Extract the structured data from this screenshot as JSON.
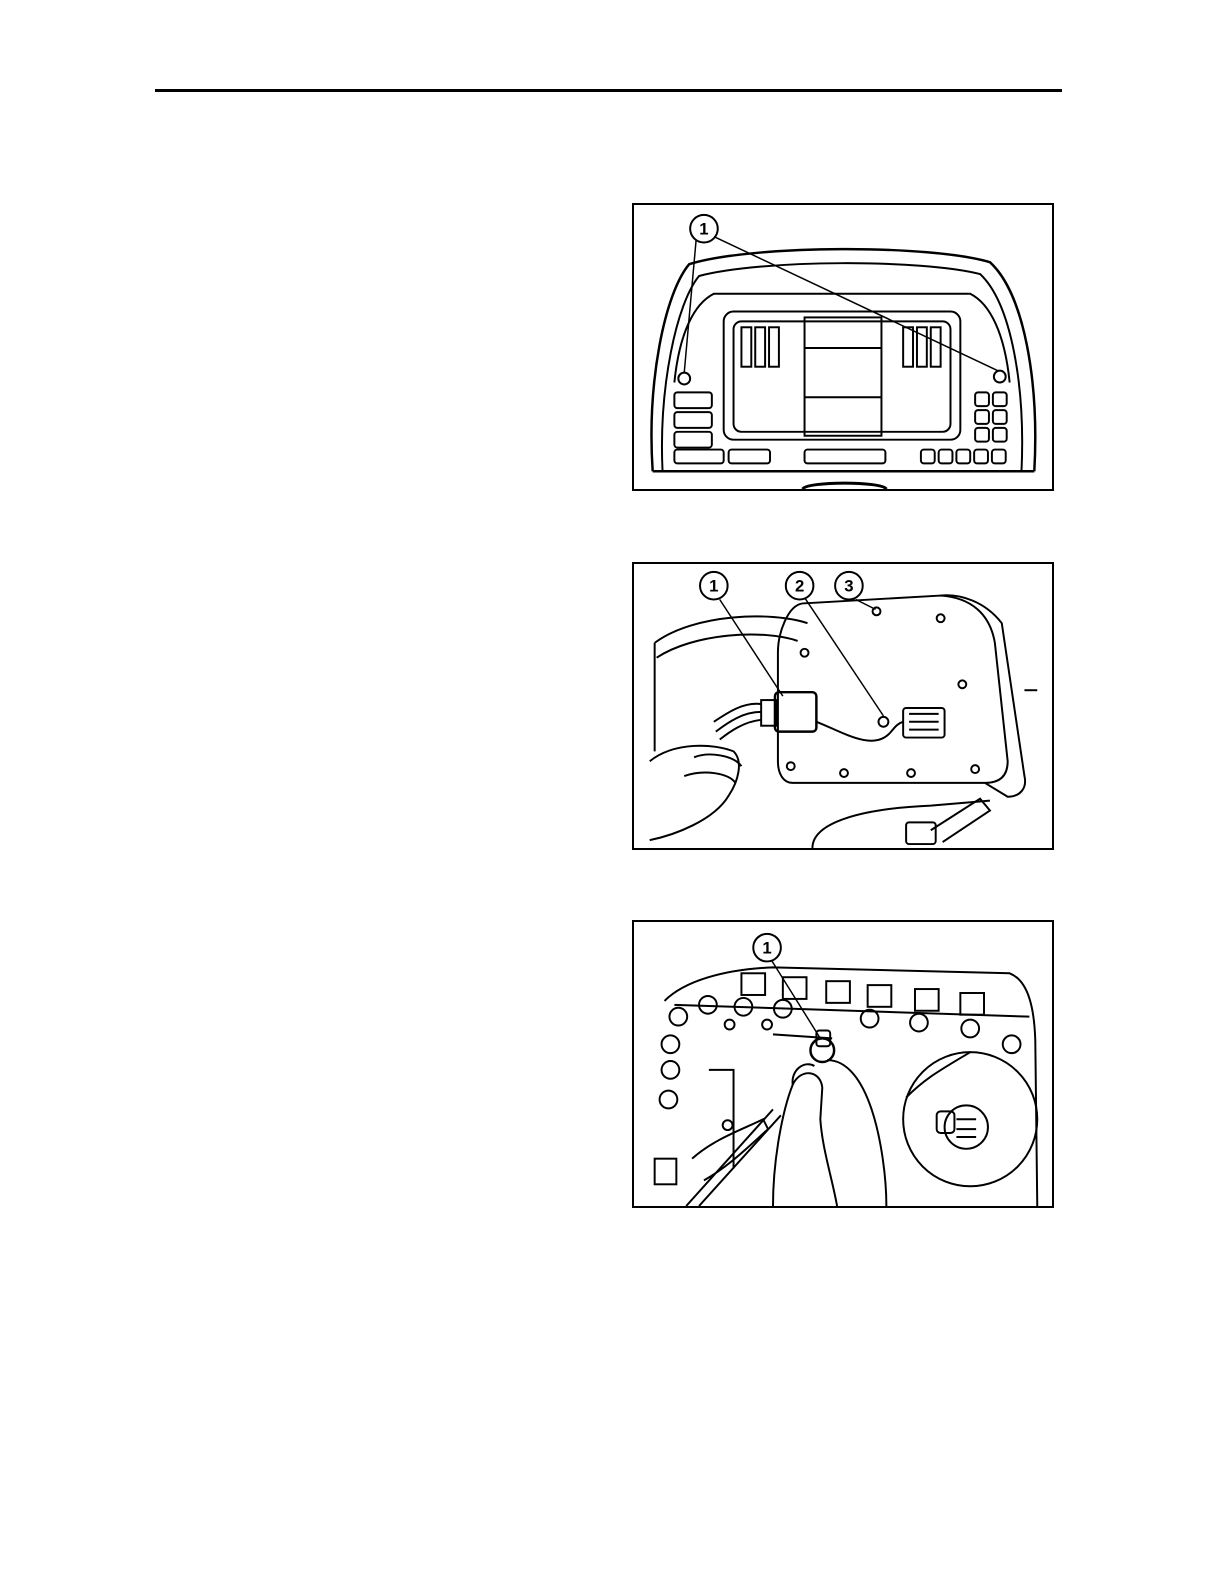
{
  "figures": [
    {
      "id": "fig1",
      "callouts": [
        "1"
      ]
    },
    {
      "id": "fig2",
      "callouts": [
        "1",
        "2",
        "3"
      ]
    },
    {
      "id": "fig3",
      "callouts": [
        "1"
      ]
    }
  ]
}
